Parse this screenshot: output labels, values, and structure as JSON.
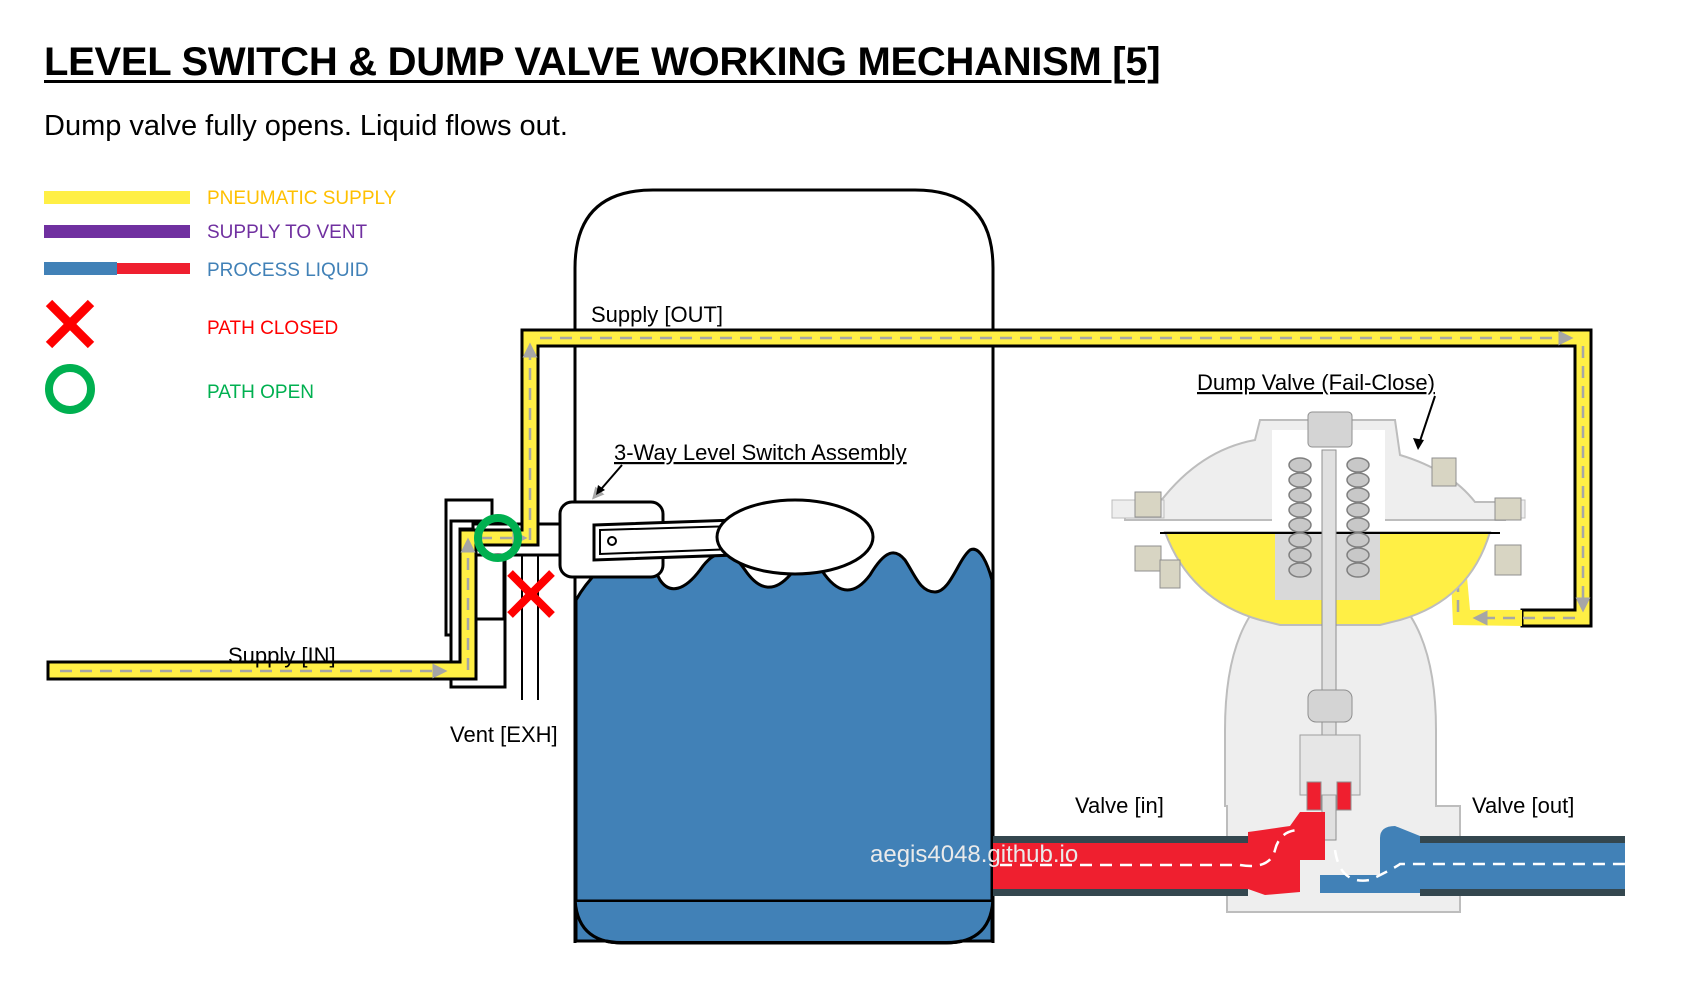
{
  "header": {
    "title": "LEVEL SWITCH & DUMP VALVE WORKING MECHANISM [5]",
    "subtitle": "Dump valve fully opens. Liquid flows out."
  },
  "legend": {
    "items": [
      {
        "label": "PNEUMATIC SUPPLY",
        "color": "#FFC000",
        "swatch": "#FFEF45"
      },
      {
        "label": "SUPPLY TO VENT",
        "color": "#7030A0",
        "swatch": "#7030A0"
      },
      {
        "label": "PROCESS LIQUID",
        "color": "#4181B7",
        "swatch": "#4181B7",
        "swatch2": "#EF1F2F"
      },
      {
        "label": "PATH CLOSED",
        "color": "#FF0000",
        "icon": "x-mark-icon"
      },
      {
        "label": "PATH OPEN",
        "color": "#00B050",
        "icon": "circle-icon"
      }
    ]
  },
  "labels": {
    "supply_in": "Supply [IN]",
    "supply_out": "Supply [OUT]",
    "vent": "Vent [EXH]",
    "level_switch": "3-Way Level Switch Assembly",
    "dump_valve": "Dump Valve (Fail-Close)",
    "valve_in": "Valve [in]",
    "valve_out": "Valve [out]",
    "watermark": "aegis4048.github.io"
  },
  "colors": {
    "pneumatic": "#FFEF45",
    "flow_arrow": "#A6A6A6",
    "liquid_blue": "#4181B7",
    "liquid_red": "#EF1F2F",
    "pipe_wall": "#34474F",
    "valve_body": "#EEEEEE",
    "path_open": "#00B050",
    "path_closed": "#FF0000"
  },
  "states": {
    "switch_supply_path": "open",
    "switch_vent_path": "closed",
    "dump_valve": "fully open"
  }
}
